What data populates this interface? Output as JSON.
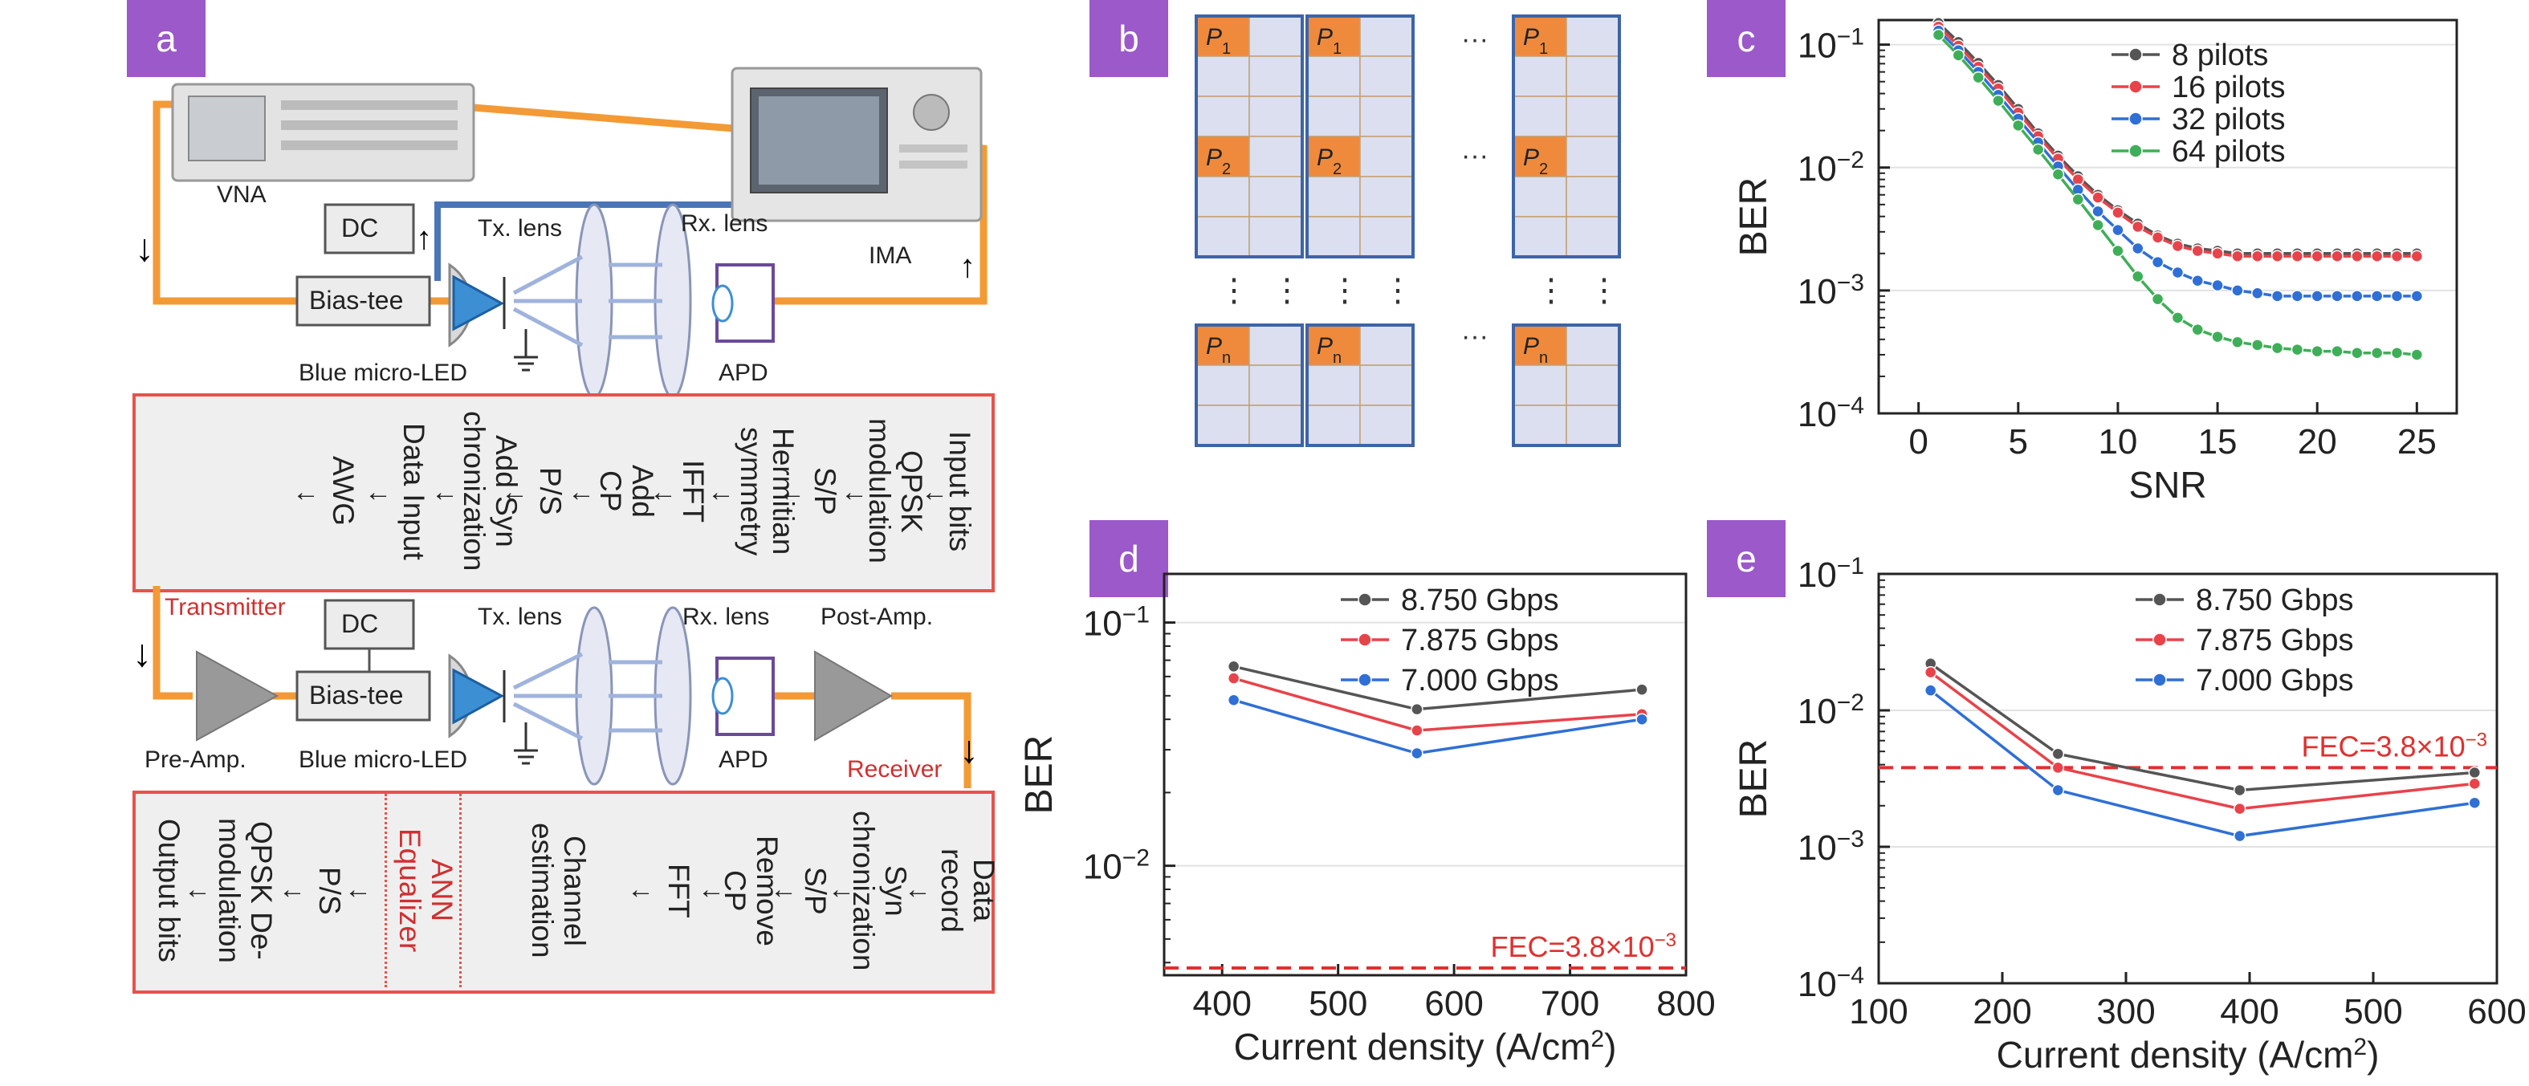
{
  "labels": {
    "a": "a",
    "b": "b",
    "c": "c",
    "d": "d",
    "e": "e"
  },
  "setup": {
    "vna": "VNA",
    "ima": "IMA",
    "dc": "DC",
    "bias_tee": "Bias-tee",
    "tx_lens": "Tx. lens",
    "rx_lens": "Rx. lens",
    "blue_led": "Blue micro-LED",
    "apd": "APD",
    "transmitter": "Transmitter",
    "receiver": "Receiver",
    "pre_amp": "Pre-Amp.",
    "post_amp": "Post-Amp."
  },
  "tx_chain": [
    "Input bits",
    "QPSK\nmodulation",
    "S/P",
    "Hermitian\nsymmetry",
    "IFFT",
    "Add\nCP",
    "P/S",
    "Add Syn\nchronization",
    "Data Input",
    "AWG"
  ],
  "rx_chain": [
    "Data\nrecord",
    "Syn\nchronization",
    "S/P",
    "Remove\nCP",
    "FFT",
    "Channel\nestimation",
    "ANN\nEqualizer",
    "P/S",
    "QPSK De-\nmodulation",
    "Output bits"
  ],
  "pilot_grid": {
    "pilot_rows": [
      [
        "P",
        "1"
      ],
      [
        "P",
        "2"
      ],
      [
        "P",
        "n"
      ]
    ],
    "ellipsis": "···",
    "vdots": "⋮"
  },
  "colors": {
    "purple": "#9b59c9",
    "orange": "#f39a35",
    "blue_fiber": "#4a76b8",
    "red_box": "#e8524a",
    "pilot": "#ef8a3c",
    "grid_cell": "#dcdff0",
    "grid_border": "#3c64a8",
    "fec": "#e0302f"
  },
  "chart_data": [
    {
      "panel": "c",
      "type": "line",
      "xlabel": "SNR",
      "ylabel": "BER",
      "xlim": [
        -2,
        27
      ],
      "xticks": [
        0,
        5,
        10,
        15,
        20,
        25
      ],
      "ylim_log10": [
        -4,
        -0.8
      ],
      "yticks": [
        {
          "base": "10",
          "exp": "−1"
        },
        {
          "base": "10",
          "exp": "−2"
        },
        {
          "base": "10",
          "exp": "−3"
        },
        {
          "base": "10",
          "exp": "−4"
        }
      ],
      "log_scale": true,
      "legend_position": "top-right",
      "x": [
        1,
        2,
        3,
        4,
        5,
        6,
        7,
        8,
        9,
        10,
        11,
        12,
        13,
        14,
        15,
        16,
        17,
        18,
        19,
        20,
        21,
        22,
        23,
        24,
        25
      ],
      "series": [
        {
          "name": "8 pilots",
          "color": "#555555",
          "values": [
            0.15,
            0.105,
            0.071,
            0.047,
            0.03,
            0.019,
            0.0125,
            0.0085,
            0.006,
            0.0045,
            0.0035,
            0.0028,
            0.0024,
            0.0022,
            0.0021,
            0.002,
            0.002,
            0.002,
            0.002,
            0.002,
            0.002,
            0.002,
            0.002,
            0.002,
            0.002
          ]
        },
        {
          "name": "16 pilots",
          "color": "#e8434a",
          "values": [
            0.14,
            0.098,
            0.066,
            0.044,
            0.028,
            0.018,
            0.0118,
            0.008,
            0.0057,
            0.0043,
            0.0033,
            0.0027,
            0.0023,
            0.0021,
            0.002,
            0.0019,
            0.0019,
            0.0019,
            0.0019,
            0.0019,
            0.0019,
            0.0019,
            0.0019,
            0.0019,
            0.0019
          ]
        },
        {
          "name": "32 pilots",
          "color": "#2f6fd6",
          "values": [
            0.13,
            0.09,
            0.06,
            0.039,
            0.025,
            0.016,
            0.0102,
            0.0066,
            0.0044,
            0.0031,
            0.0022,
            0.0017,
            0.0014,
            0.0012,
            0.0011,
            0.001,
            0.00095,
            0.0009,
            0.0009,
            0.0009,
            0.0009,
            0.0009,
            0.0009,
            0.0009,
            0.0009
          ]
        },
        {
          "name": "64 pilots",
          "color": "#3fae58",
          "values": [
            0.12,
            0.082,
            0.054,
            0.035,
            0.022,
            0.014,
            0.0088,
            0.0055,
            0.0034,
            0.0021,
            0.0013,
            0.00085,
            0.0006,
            0.00048,
            0.00042,
            0.00038,
            0.00036,
            0.00034,
            0.00033,
            0.00032,
            0.00032,
            0.00031,
            0.00031,
            0.00031,
            0.0003
          ]
        }
      ]
    },
    {
      "panel": "d",
      "type": "line",
      "xlabel": "Current density (A/cm",
      "xlabel_sup": "2",
      "xlabel_end": ")",
      "ylabel": "BER",
      "xlim": [
        350,
        800
      ],
      "xticks": [
        400,
        500,
        600,
        700,
        800
      ],
      "ylim_log10": [
        -2.45,
        -0.8
      ],
      "yticks": [
        {
          "base": "10",
          "exp": "−1"
        },
        {
          "base": "10",
          "exp": "−2"
        }
      ],
      "log_scale": true,
      "legend_position": "top-right",
      "x": [
        410,
        568,
        762
      ],
      "series": [
        {
          "name": "8.750 Gbps",
          "color": "#555555",
          "values": [
            0.066,
            0.044,
            0.053
          ]
        },
        {
          "name": "7.875 Gbps",
          "color": "#e8434a",
          "values": [
            0.059,
            0.036,
            0.042
          ]
        },
        {
          "name": "7.000 Gbps",
          "color": "#2f6fd6",
          "values": [
            0.048,
            0.029,
            0.04
          ]
        }
      ],
      "fec_label": "FEC=3.8×10",
      "fec_exp": "−3",
      "fec_value": 0.0038
    },
    {
      "panel": "e",
      "type": "line",
      "xlabel": "Current density (A/cm",
      "xlabel_sup": "2",
      "xlabel_end": ")",
      "ylabel": "BER",
      "xlim": [
        100,
        600
      ],
      "xticks": [
        100,
        200,
        300,
        400,
        500,
        600
      ],
      "ylim_log10": [
        -4,
        -1
      ],
      "yticks": [
        {
          "base": "10",
          "exp": "−1"
        },
        {
          "base": "10",
          "exp": "−2"
        },
        {
          "base": "10",
          "exp": "−3"
        },
        {
          "base": "10",
          "exp": "−4"
        }
      ],
      "log_scale": true,
      "legend_position": "top-right",
      "x": [
        142,
        245,
        392,
        582
      ],
      "series": [
        {
          "name": "8.750 Gbps",
          "color": "#555555",
          "values": [
            0.022,
            0.0048,
            0.0026,
            0.0035
          ]
        },
        {
          "name": "7.875 Gbps",
          "color": "#e8434a",
          "values": [
            0.019,
            0.0038,
            0.0019,
            0.0029
          ]
        },
        {
          "name": "7.000 Gbps",
          "color": "#2f6fd6",
          "values": [
            0.014,
            0.0026,
            0.0012,
            0.0021
          ]
        }
      ],
      "fec_label": "FEC=3.8×10",
      "fec_exp": "−3",
      "fec_value": 0.0038
    }
  ]
}
